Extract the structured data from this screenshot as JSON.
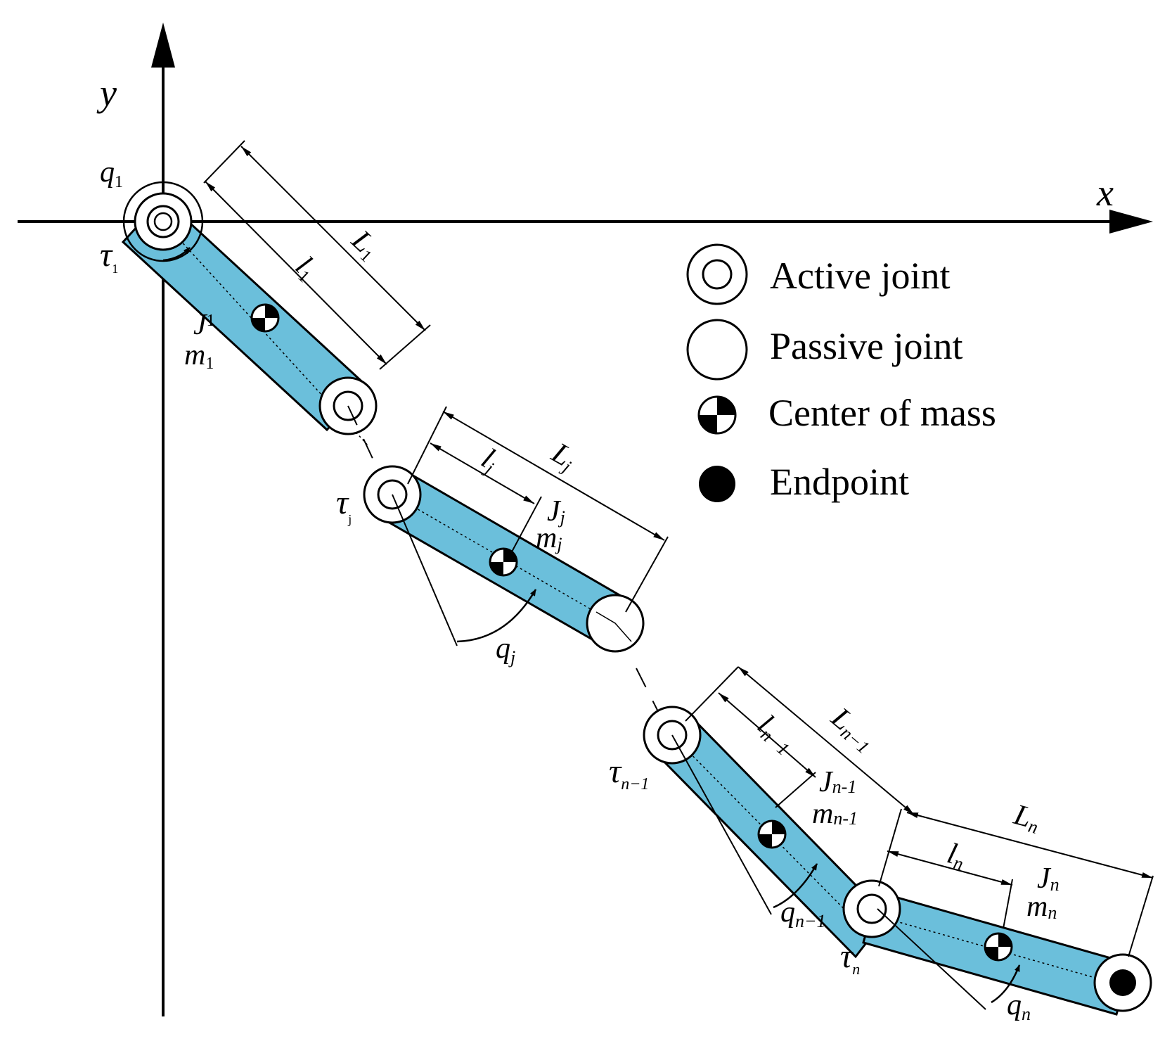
{
  "colors": {
    "link_fill": "#6bbfdb",
    "stroke": "#000000",
    "background": "#ffffff"
  },
  "axes": {
    "x_label": "x",
    "y_label": "y"
  },
  "legend": [
    {
      "icon": "active-joint-icon",
      "label": "Active joint"
    },
    {
      "icon": "passive-joint-icon",
      "label": "Passive joint"
    },
    {
      "icon": "center-of-mass-icon",
      "label": "Center of mass"
    },
    {
      "icon": "endpoint-icon",
      "label": "Endpoint"
    }
  ],
  "links": [
    {
      "len_short": {
        "base": "l",
        "sub": "1"
      },
      "len_full": {
        "base": "L",
        "sub": "1"
      },
      "inertia": {
        "base": "J",
        "sub": "1"
      },
      "mass": {
        "base": "m",
        "sub": "1"
      },
      "angle": {
        "base": "q",
        "sub": "1"
      },
      "torque": {
        "base": "τ",
        "sub": "1"
      }
    },
    {
      "len_short": {
        "base": "l",
        "sub": "j"
      },
      "len_full": {
        "base": "L",
        "sub": "j"
      },
      "inertia": {
        "base": "J",
        "sub": "j"
      },
      "mass": {
        "base": "m",
        "sub": "j"
      },
      "angle": {
        "base": "q",
        "sub": "j"
      },
      "torque": {
        "base": "τ",
        "sub": "j"
      }
    },
    {
      "len_short": {
        "base": "l",
        "sub": "n−1"
      },
      "len_full": {
        "base": "L",
        "sub": "n−1"
      },
      "inertia": {
        "base": "J",
        "sub": "n-1"
      },
      "mass": {
        "base": "m",
        "sub": "n-1"
      },
      "angle": {
        "base": "q",
        "sub": "n−1"
      },
      "torque": {
        "base": "τ",
        "sub": "n−1"
      }
    },
    {
      "len_short": {
        "base": "l",
        "sub": "n"
      },
      "len_full": {
        "base": "L",
        "sub": "n"
      },
      "inertia": {
        "base": "J",
        "sub": "n"
      },
      "mass": {
        "base": "m",
        "sub": "n"
      },
      "angle": {
        "base": "q",
        "sub": "n"
      },
      "torque": {
        "base": "τ",
        "sub": "n"
      }
    }
  ]
}
